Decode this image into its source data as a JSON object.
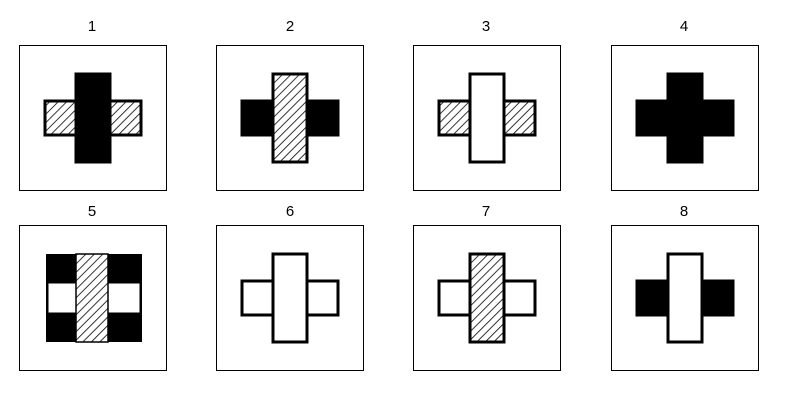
{
  "figures": [
    {
      "label": "1",
      "vertical": "black",
      "arms": "hatch",
      "corners": "none"
    },
    {
      "label": "2",
      "vertical": "hatch",
      "arms": "black",
      "corners": "none"
    },
    {
      "label": "3",
      "vertical": "white",
      "arms": "hatch",
      "corners": "none"
    },
    {
      "label": "4",
      "vertical": "black",
      "arms": "black",
      "corners": "none"
    },
    {
      "label": "5",
      "vertical": "hatch",
      "arms": "white",
      "corners": "black"
    },
    {
      "label": "6",
      "vertical": "white",
      "arms": "white",
      "corners": "none"
    },
    {
      "label": "7",
      "vertical": "hatch",
      "arms": "white",
      "corners": "none"
    },
    {
      "label": "8",
      "vertical": "white",
      "arms": "black",
      "corners": "none"
    }
  ]
}
